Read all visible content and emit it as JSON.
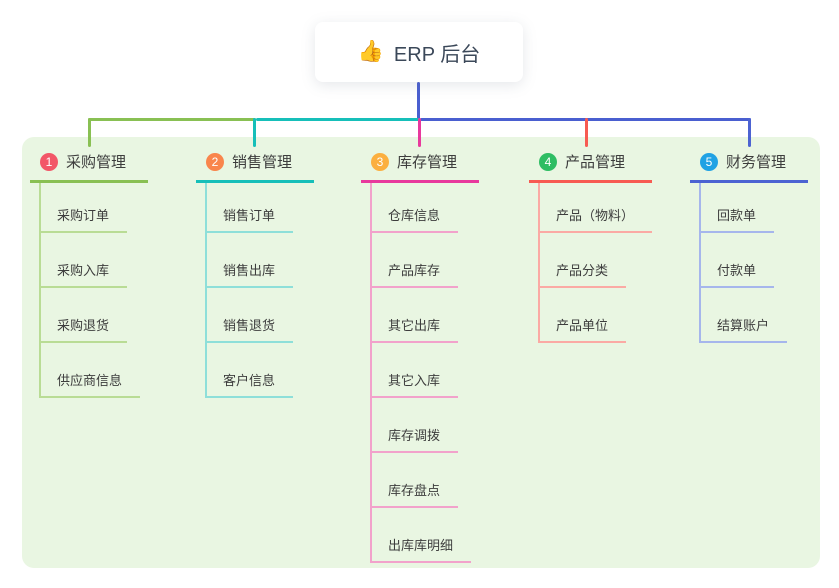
{
  "root": {
    "icon": "👍",
    "title": "ERP 后台"
  },
  "colors": {
    "panel_bg": "#e9f6e2",
    "trunk": "#4a5fd0"
  },
  "branches": [
    {
      "num": "1",
      "title": "采购管理",
      "badge": "#f25768",
      "line": "#89c053",
      "line_light": "#b9dc95",
      "children": [
        "采购订单",
        "采购入库",
        "采购退货",
        "供应商信息"
      ]
    },
    {
      "num": "2",
      "title": "销售管理",
      "badge": "#f9854c",
      "line": "#16bfb9",
      "line_light": "#8edfd9",
      "children": [
        "销售订单",
        "销售出库",
        "销售退货",
        "客户信息"
      ]
    },
    {
      "num": "3",
      "title": "库存管理",
      "badge": "#fbaf3f",
      "line": "#e8399d",
      "line_light": "#f2a2cb",
      "children": [
        "仓库信息",
        "产品库存",
        "其它出库",
        "其它入库",
        "库存调拨",
        "库存盘点",
        "出库库明细"
      ]
    },
    {
      "num": "4",
      "title": "产品管理",
      "badge": "#2ebd63",
      "line": "#f75b52",
      "line_light": "#fbaaa4",
      "children": [
        "产品（物料）",
        "产品分类",
        "产品单位"
      ]
    },
    {
      "num": "5",
      "title": "财务管理",
      "badge": "#20a2e4",
      "line": "#4c63d2",
      "line_light": "#a6b6ec",
      "children": [
        "回款单",
        "付款单",
        "结算账户"
      ]
    }
  ]
}
